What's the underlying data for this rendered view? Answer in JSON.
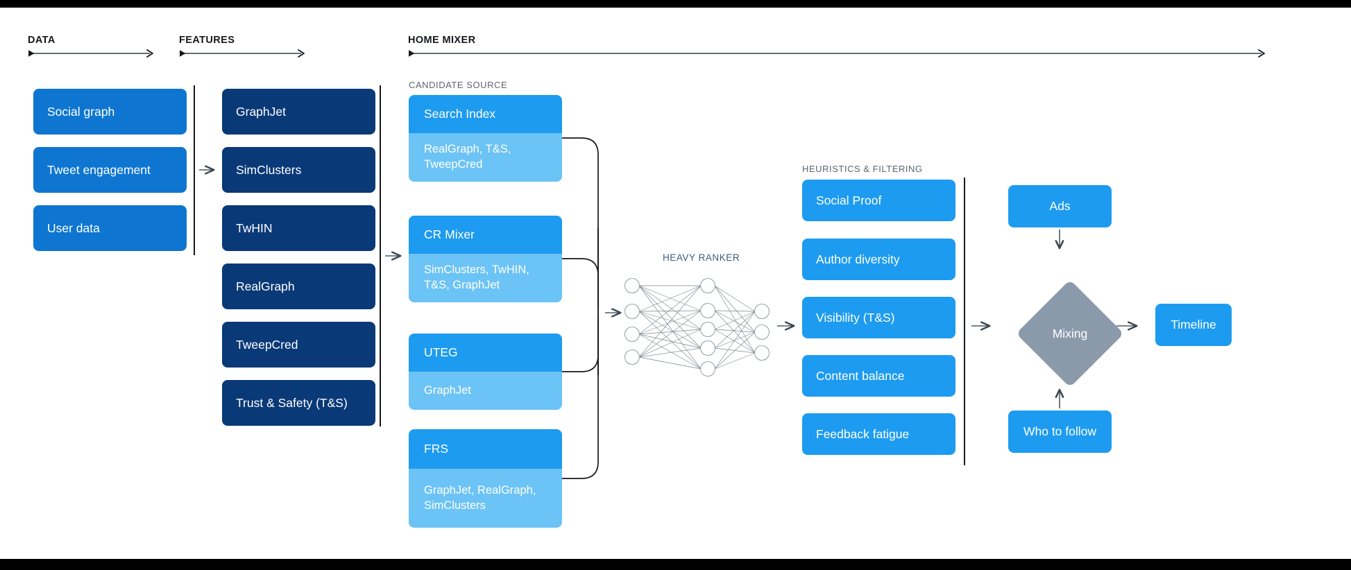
{
  "phases": [
    {
      "key": "data",
      "label": "DATA"
    },
    {
      "key": "features",
      "label": "FEATURES"
    },
    {
      "key": "mixer",
      "label": "HOME MIXER"
    }
  ],
  "captions": {
    "candidate_source": "CANDIDATE SOURCE",
    "heavy_ranker": "HEAVY RANKER",
    "heuristics": "HEURISTICS & FILTERING"
  },
  "data_column": {
    "items": [
      {
        "label": "Social graph"
      },
      {
        "label": "Tweet engagement"
      },
      {
        "label": "User data"
      }
    ]
  },
  "features_column": {
    "items": [
      {
        "label": "GraphJet"
      },
      {
        "label": "SimClusters"
      },
      {
        "label": "TwHIN"
      },
      {
        "label": "RealGraph"
      },
      {
        "label": "TweepCred"
      },
      {
        "label": "Trust & Safety (T&S)"
      }
    ]
  },
  "candidate_sources": [
    {
      "name": "Search Index",
      "detail": "RealGraph, T&S,\nTweepCred"
    },
    {
      "name": "CR Mixer",
      "detail": "SimClusters, TwHIN,\nT&S, GraphJet"
    },
    {
      "name": "UTEG",
      "detail": "GraphJet"
    },
    {
      "name": "FRS",
      "detail": "GraphJet, RealGraph,\nSimClusters"
    }
  ],
  "heavy_ranker": {
    "layers": [
      4,
      5,
      3
    ]
  },
  "heuristics_column": {
    "items": [
      {
        "label": "Social Proof"
      },
      {
        "label": "Author diversity"
      },
      {
        "label": "Visibility (T&S)"
      },
      {
        "label": "Content balance"
      },
      {
        "label": "Feedback fatigue"
      }
    ]
  },
  "output_stage": {
    "ads": "Ads",
    "mixing": "Mixing",
    "who_to_follow": "Who to follow",
    "timeline": "Timeline"
  },
  "colors": {
    "data_blue": "#0e76d1",
    "feature_navy": "#0a3977",
    "bright_blue": "#1d9bf0",
    "light_blue": "#6cc3f5",
    "slate": "#8b9aab",
    "ink": "#16181c",
    "muted": "#5b6570"
  }
}
